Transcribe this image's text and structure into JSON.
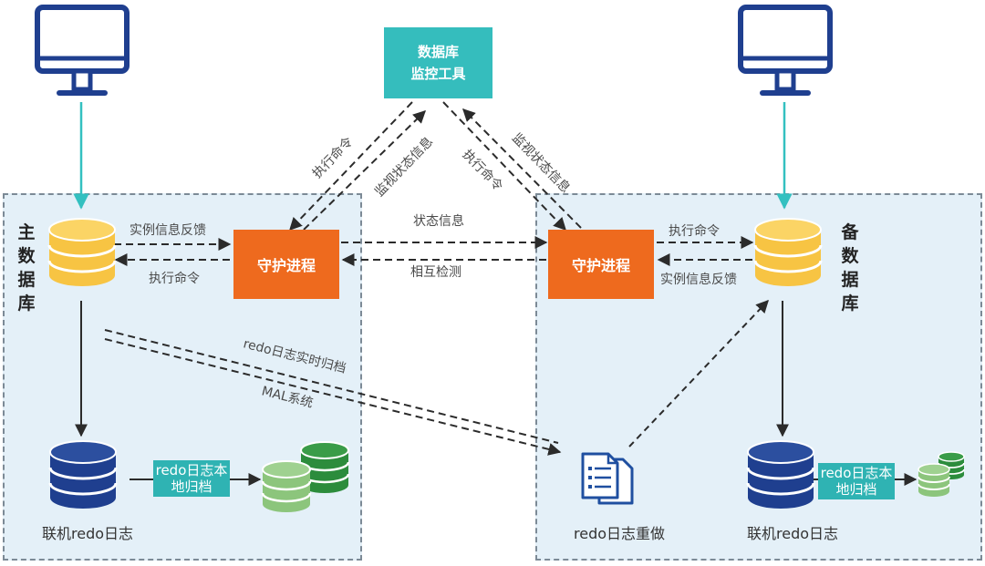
{
  "monitor_tool": {
    "line1": "数据库",
    "line2": "监控工具"
  },
  "primary": {
    "title": "主数据库",
    "daemon": "守护进程",
    "feedback_label": "实例信息反馈",
    "exec_label": "执行命令",
    "online_redo": "联机redo日志",
    "archive_label": "redo日志本地归档"
  },
  "standby": {
    "title": "备数据库",
    "daemon": "守护进程",
    "exec_label": "执行命令",
    "feedback_label": "实例信息反馈",
    "online_redo": "联机redo日志",
    "archive_label": "redo日志本地归档",
    "redo_replay": "redo日志重做"
  },
  "links": {
    "status_info": "状态信息",
    "mutual_detect": "相互检测",
    "left_exec": "执行命令",
    "left_monitor": "监视状态信息",
    "right_exec": "执行命令",
    "right_monitor": "监视状态信息",
    "realtime_archive": "redo日志实时归档",
    "mal_system": "MAL系统"
  },
  "colors": {
    "zone_bg": "#e4f0f8",
    "daemon": "#ee6a1e",
    "teal": "#35bdbd",
    "monitor_icon": "#1f3f8f",
    "db_yellow": "#f7c443",
    "db_navy": "#1f3f8f",
    "db_green": "#2c8c3c",
    "db_lightgreen": "#8cc57c"
  }
}
